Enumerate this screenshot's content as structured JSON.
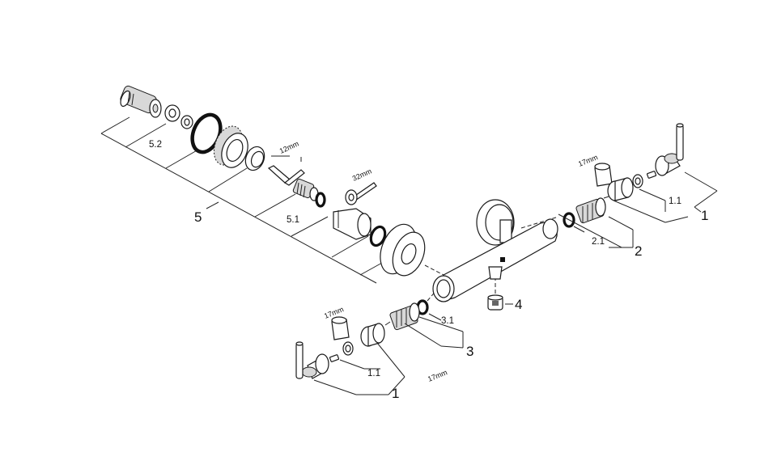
{
  "callouts": {
    "item_5": "5",
    "item_5_2": "5.2",
    "item_5_1": "5.1",
    "item_2": "2",
    "item_2_1": "2.1",
    "item_1_right": "1",
    "item_1_1_right": "1.1",
    "item_3": "3",
    "item_3_1": "3.1",
    "item_4": "4",
    "item_1_left": "1",
    "item_1_1_left": "1.1"
  },
  "tool_sizes": {
    "allen_key": "12mm",
    "wrench_32": "32mm",
    "socket_right": "17mm",
    "socket_left": "17mm",
    "loose_17": "17mm"
  }
}
